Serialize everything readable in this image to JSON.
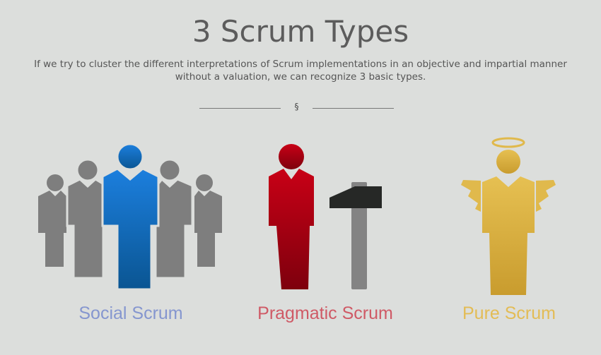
{
  "header": {
    "title": "3 Scrum Types",
    "subtitle": "If we try to cluster the different interpretations of Scrum implementations in an objective and impartial manner without a valuation, we can recognize 3 basic types.",
    "divider_symbol": "§"
  },
  "types": [
    {
      "label": "Social Scrum",
      "color": "#8596cf",
      "icon": "group-of-people-icon"
    },
    {
      "label": "Pragmatic Scrum",
      "color": "#cf5a66",
      "icon": "person-with-hammer-icon"
    },
    {
      "label": "Pure Scrum",
      "color": "#e3bc55",
      "icon": "angel-person-icon"
    }
  ],
  "colors": {
    "background": "#dcdedc",
    "blue": "#1a74c8",
    "red": "#b30015",
    "gold": "#d8ad3e",
    "gray": "#7e7e7e"
  }
}
